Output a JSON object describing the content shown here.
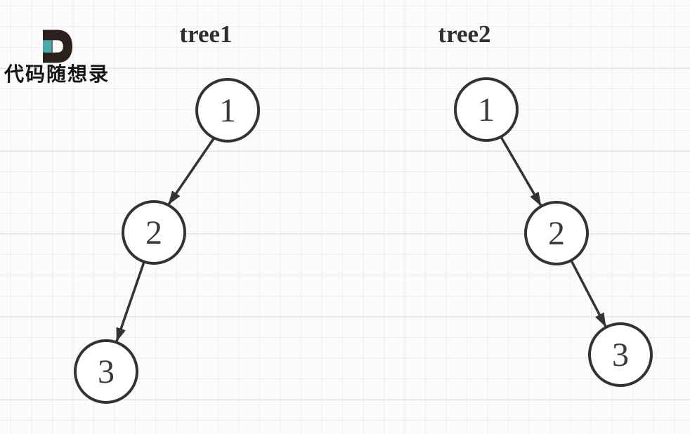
{
  "logo": {
    "brand_mark": "D",
    "brand_text": "代码随想录",
    "colors": {
      "mark_dark": "#2b211c",
      "mark_teal": "#4ba9ad"
    }
  },
  "diagram": {
    "stroke_color": "#333333",
    "node_fill": "#ffffff",
    "background": "#fbfbfc",
    "grid_minor_color": "#ededf1",
    "grid_major_color": "#e3e3e9"
  },
  "trees": [
    {
      "title": "tree1",
      "nodes": [
        {
          "id": "1",
          "label": "1"
        },
        {
          "id": "2",
          "label": "2"
        },
        {
          "id": "3",
          "label": "3"
        }
      ],
      "edges": [
        {
          "from": "1",
          "to": "2",
          "child": "left"
        },
        {
          "from": "2",
          "to": "3",
          "child": "left"
        }
      ],
      "description": "Root 1 with left child 2, which has left child 3"
    },
    {
      "title": "tree2",
      "nodes": [
        {
          "id": "1",
          "label": "1"
        },
        {
          "id": "2",
          "label": "2"
        },
        {
          "id": "3",
          "label": "3"
        }
      ],
      "edges": [
        {
          "from": "1",
          "to": "2",
          "child": "right"
        },
        {
          "from": "2",
          "to": "3",
          "child": "right"
        }
      ],
      "description": "Root 1 with right child 2, which has right child 3"
    }
  ]
}
